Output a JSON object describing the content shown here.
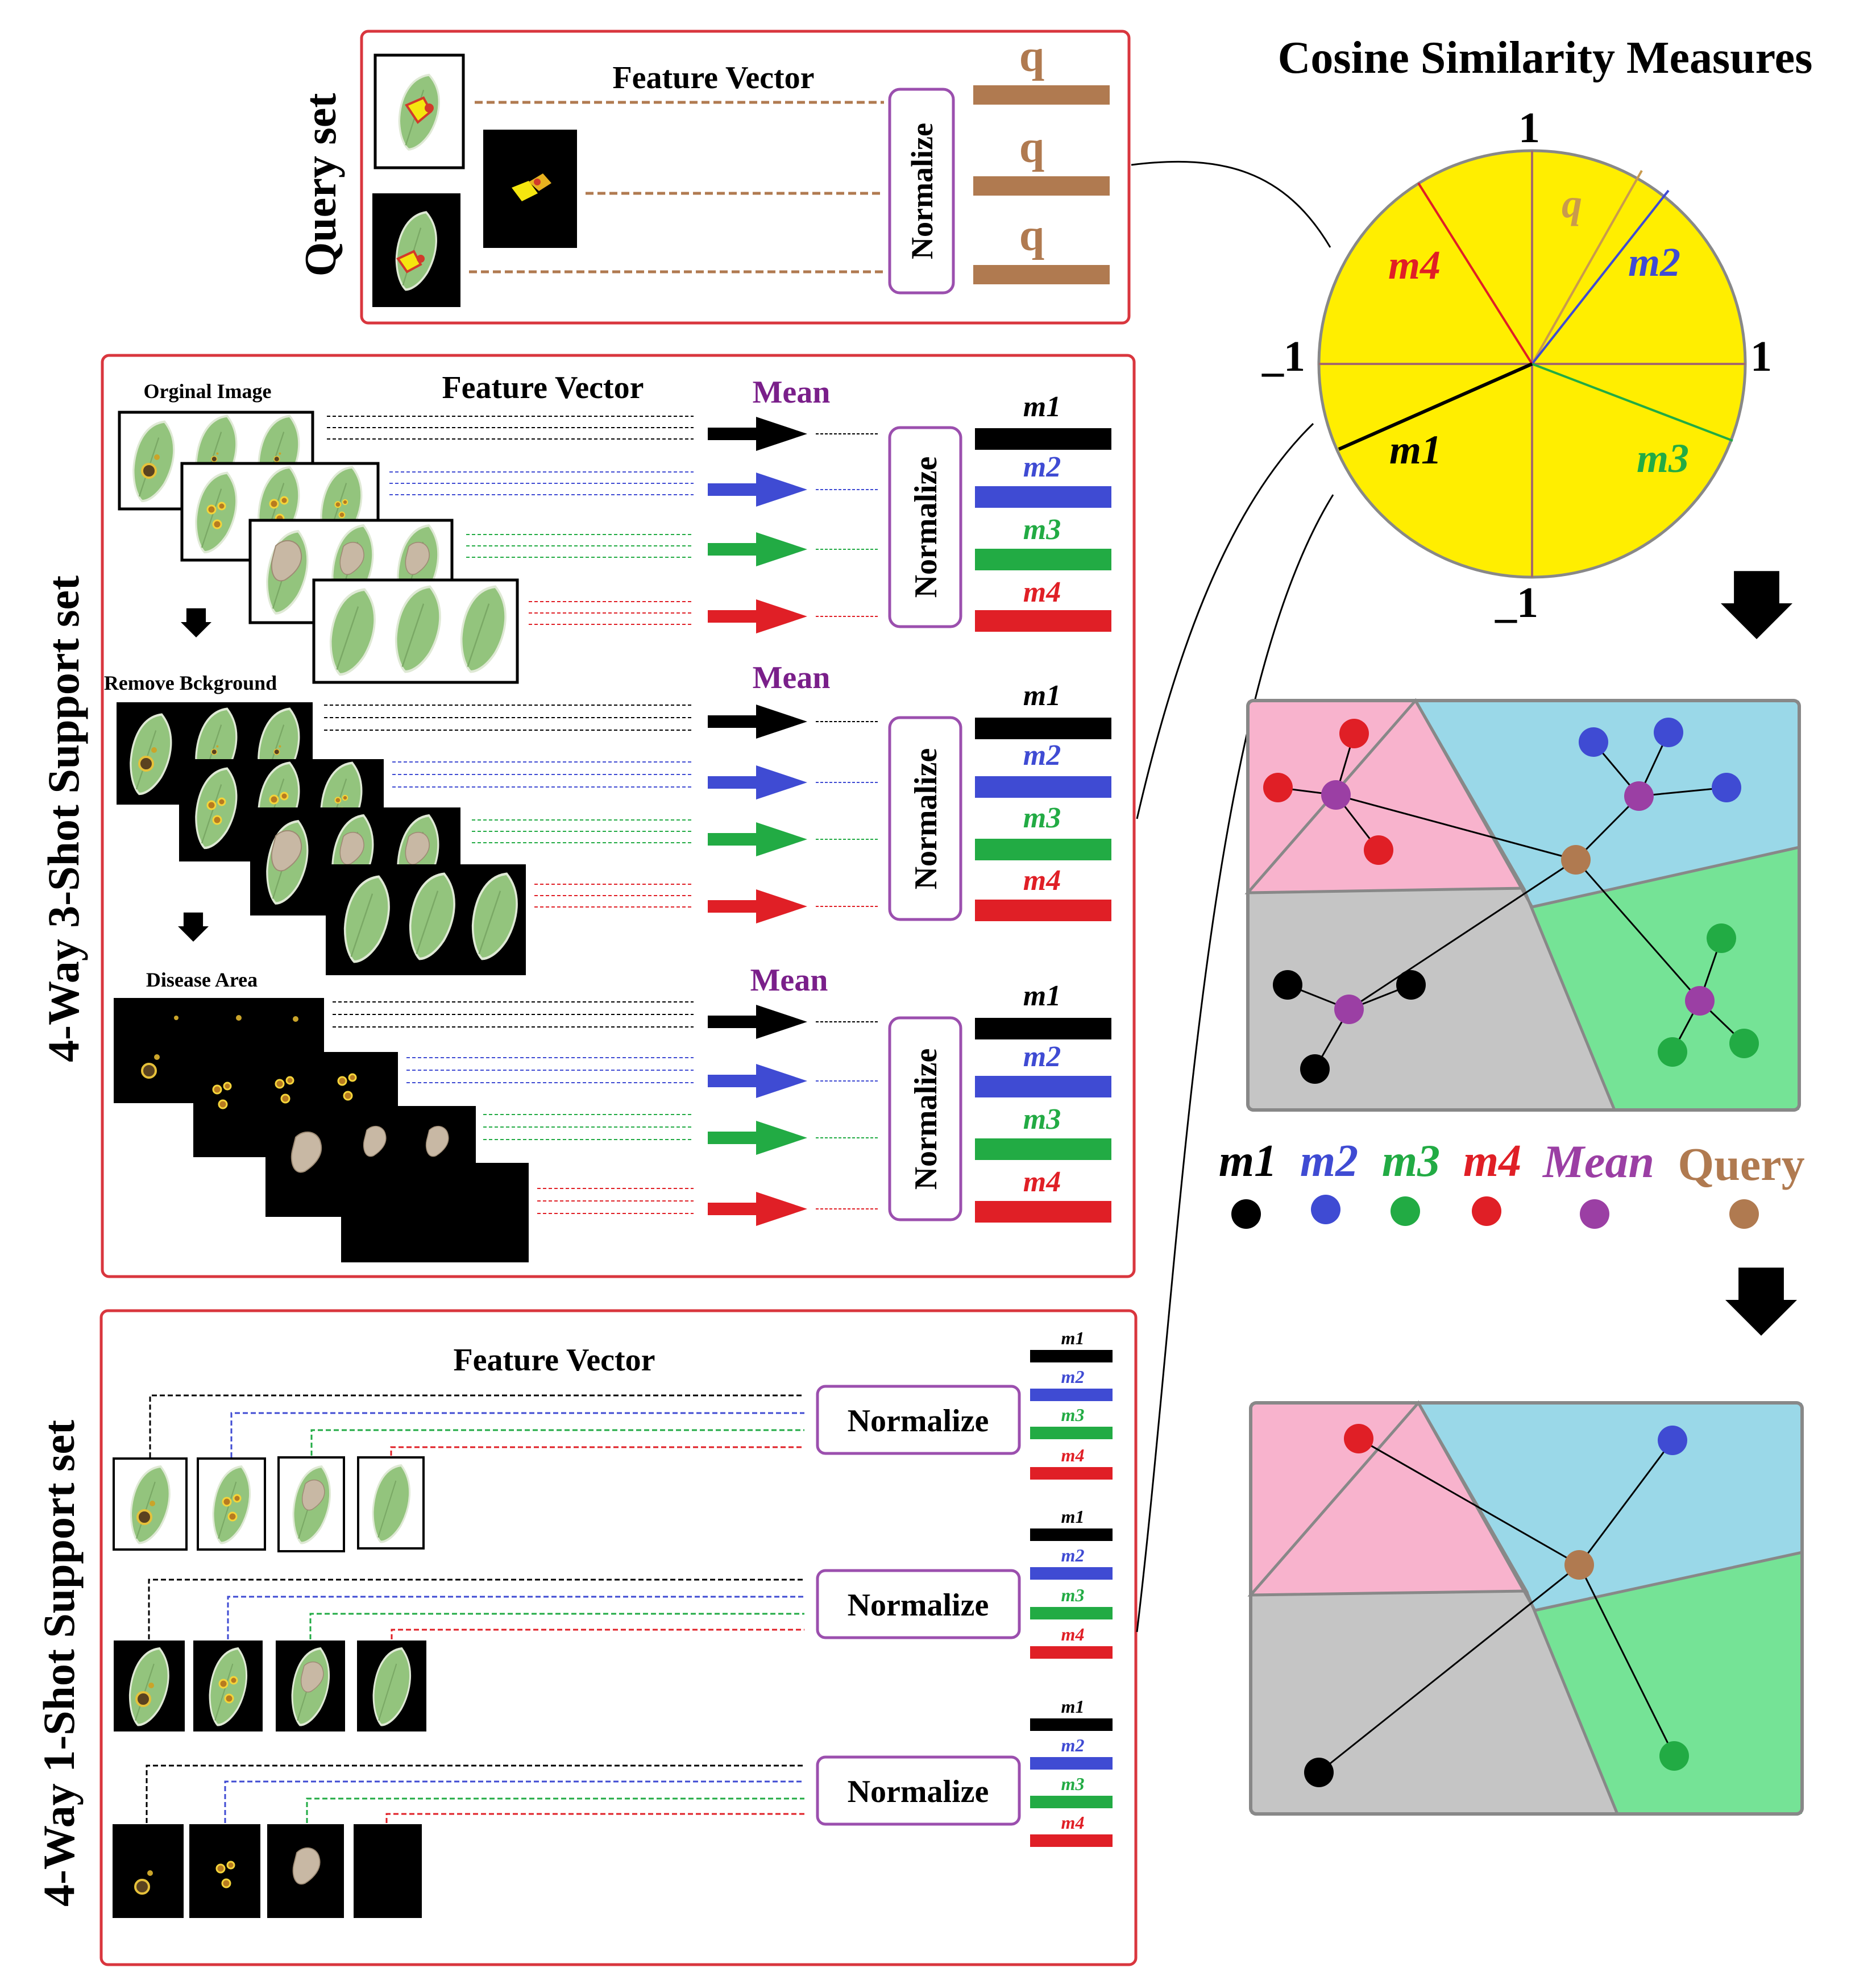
{
  "query": {
    "title": "Query set",
    "feature_vector": "Feature Vector",
    "normalize": "Normalize",
    "q": "q"
  },
  "three_shot": {
    "title": "4-Way 3-Shot Support set",
    "feature_vector": "Feature Vector",
    "stages": [
      {
        "label": "Orginal Image",
        "mean": "Mean"
      },
      {
        "label": "Remove Bckground",
        "mean": "Mean"
      },
      {
        "label": "Disease Area",
        "mean": "Mean"
      }
    ],
    "normalize": "Normalize"
  },
  "one_shot": {
    "title": "4-Way 1-Shot Support set",
    "feature_vector": "Feature Vector",
    "normalize": "Normalize"
  },
  "classes": [
    "m1",
    "m2",
    "m3",
    "m4"
  ],
  "cosine": {
    "title": "Cosine Similarity Measures",
    "axis_top": "1",
    "axis_right": "1",
    "axis_left": "_1",
    "axis_bottom": "_1",
    "labels": {
      "q": "q",
      "m1": "m1",
      "m2": "m2",
      "m3": "m3",
      "m4": "m4"
    }
  },
  "legend": [
    {
      "label": "m1",
      "color": "#000000"
    },
    {
      "label": "m2",
      "color": "#3f4bd3"
    },
    {
      "label": "m3",
      "color": "#22ab44"
    },
    {
      "label": "m4",
      "color": "#e01f26"
    },
    {
      "label": "Mean",
      "color": "#9b3fa4"
    },
    {
      "label": "Query",
      "color": "#b07a50"
    }
  ],
  "colors": {
    "m1": "#000000",
    "m2": "#3f4bd3",
    "m3": "#22ab44",
    "m4": "#e01f26",
    "mean": "#9b3fa4",
    "query": "#b07a50",
    "frame": "#d9363e",
    "norm_border": "#9b4fae",
    "pie": "#ffee00",
    "leaf": "#93c47d"
  }
}
